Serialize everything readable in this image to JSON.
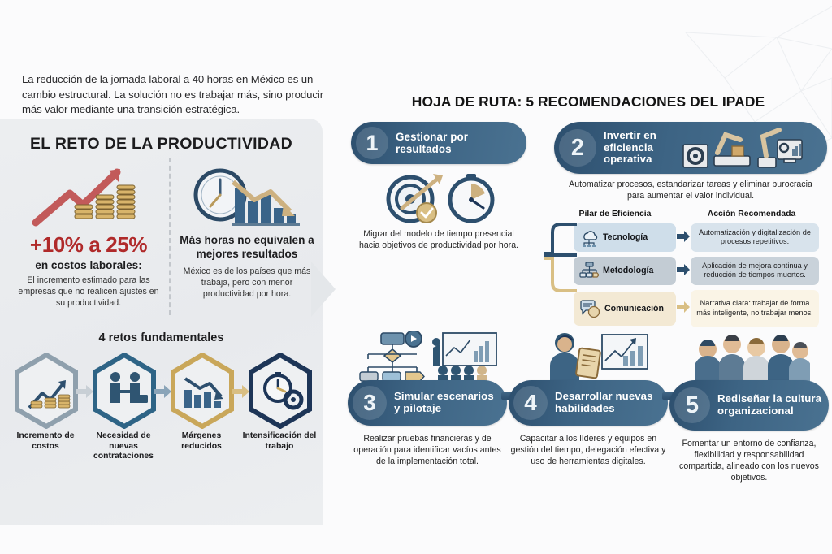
{
  "intro": {
    "text": "La reducción de la jornada laboral a 40 horas en México es un cambio estructural. La solución no es trabajar más, sino producir más valor mediante una transición estratégica."
  },
  "left_panel": {
    "title": "EL RETO DE LA PRODUCTIVIDAD",
    "stat_cost": {
      "icon": "cost-growth-chart-icon",
      "value": "+10% a 25%",
      "label": "en costos laborales:",
      "description": "El incremento estimado para las empresas que no realicen ajustes en su productividad.",
      "color": "#b02a2a"
    },
    "stat_hours": {
      "icon": "clock-declining-bars-icon",
      "headline": "Más horas no equivalen a mejores resultados",
      "description": "México es de los países que más trabaja, pero con menor productividad por hora."
    },
    "challenges_title": "4 retos fundamentales",
    "challenges": [
      {
        "label": "Incremento de costos",
        "icon": "coins-uptrend-icon",
        "color": "#8fa0ad"
      },
      {
        "label": "Necesidad de nuevas contrataciones",
        "icon": "handshake-hiring-icon",
        "color": "#2e6486"
      },
      {
        "label": "Márgenes reducidos",
        "icon": "declining-bars-icon",
        "color": "#c9a košt"
      },
      {
        "label": "Intensificación del trabajo",
        "icon": "stopwatch-gear-icon",
        "color": "#1d3557"
      }
    ]
  },
  "right_panel": {
    "title": "HOJA DE RUTA: 5 RECOMENDACIONES DEL IPADE",
    "cards": [
      {
        "number": "1",
        "title": "Gestionar por resultados",
        "icon": "target-arrow-stopwatch-icon",
        "description": "Migrar del modelo de tiempo presencial hacia objetivos de productividad por hora."
      },
      {
        "number": "2",
        "title": "Invertir en eficiencia operativa",
        "icon": "robot-arm-factory-monitor-icon",
        "description": "Automatizar procesos, estandarizar tareas y eliminar burocracia para aumentar el valor individual."
      },
      {
        "number": "3",
        "title": "Simular escenarios y pilotaje",
        "icon": "flowchart-presentation-icon",
        "description": "Realizar pruebas financieras y de operación para identificar vacíos antes de la implementación total."
      },
      {
        "number": "4",
        "title": "Desarrollar nuevas habilidades",
        "icon": "person-clipboard-growth-icon",
        "description": "Capacitar a los líderes y equipos en gestión del tiempo, delegación efectiva y uso de herramientas digitales."
      },
      {
        "number": "5",
        "title": "Rediseñar la cultura organizacional",
        "icon": "team-people-group-icon",
        "description": "Fomentar un entorno de confianza, flexibilidad y responsabilidad compartida, alineado con los nuevos objetivos."
      }
    ],
    "efficiency_matrix": {
      "col_pillar": "Pilar de Eficiencia",
      "col_action": "Acción Recomendada",
      "rows": [
        {
          "pillar": "Tecnología",
          "icon": "cloud-network-icon",
          "action": "Automatización y digitalización de procesos repetitivos.",
          "pillar_bg": "#cfdeea",
          "action_bg": "#d8e3ec"
        },
        {
          "pillar": "Metodología",
          "icon": "org-flowchart-icon",
          "action": "Aplicación de mejora continua y reducción de tiempos muertos.",
          "pillar_bg": "#c3ccd4",
          "action_bg": "#c9d2da"
        },
        {
          "pillar": "Comunicación",
          "icon": "speech-bubbles-icon",
          "action": "Narrativa clara: trabajar de forma más inteligente, no trabajar menos.",
          "pillar_bg": "#f3e9d4",
          "action_bg": "#faf4e6"
        }
      ]
    }
  },
  "colors": {
    "accent_red": "#b02a2a",
    "pill_dark": "#2d4f6e",
    "pill_light": "#4a7291",
    "panel_bg": "#eceef0",
    "gold": "#c9a75a"
  }
}
